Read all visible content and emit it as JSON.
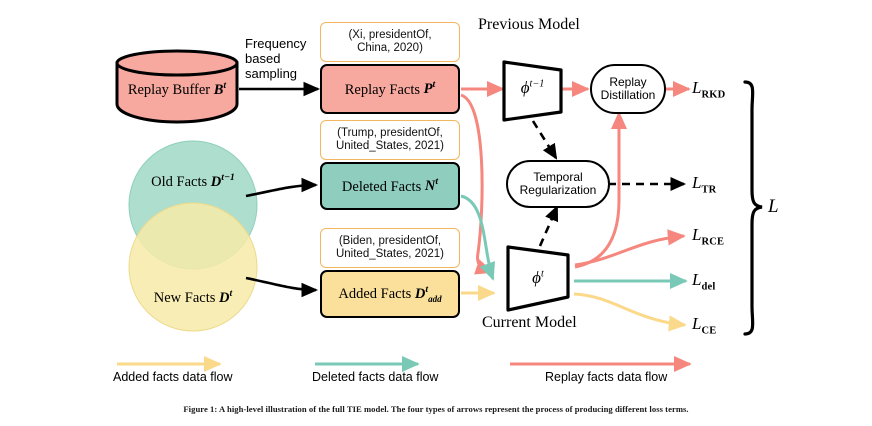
{
  "figure": {
    "caption": "Figure 1: A high-level illustration of the full TIE model. The four types of arrows represent the process of producing different loss terms."
  },
  "colors": {
    "replay_pink": "#F7A9A0",
    "deleted_teal": "#8FCDBE",
    "added_yellow": "#FBE09B",
    "old_facts_circle": "#A9DCCB",
    "new_facts_circle": "#F7EBA8",
    "triple_border": "#F2B661",
    "arrow_red": "#F5877E",
    "arrow_teal": "#79C9B6",
    "arrow_yellow": "#FAD98A",
    "arrow_black": "#000000",
    "outline": "#000000"
  },
  "nodes": {
    "replay_buffer": {
      "label": "Replay Buffer",
      "symbol": "B",
      "sup": "t"
    },
    "old_facts": {
      "label": "Old Facts",
      "symbol": "D",
      "sup": "t−1"
    },
    "new_facts": {
      "label": "New Facts",
      "symbol": "D",
      "sup": "t"
    },
    "replay_facts": {
      "label": "Replay Facts",
      "symbol": "P",
      "sup": "t"
    },
    "deleted_facts": {
      "label": "Deleted Facts",
      "symbol": "N",
      "sup": "t"
    },
    "added_facts": {
      "label": "Added Facts",
      "symbol": "D",
      "sup": "t",
      "sub": "add"
    },
    "previous_model": {
      "caption": "Previous Model",
      "symbol": "ϕ",
      "sup": "t−1"
    },
    "current_model": {
      "caption": "Current Model",
      "symbol": "ϕ",
      "sup": "t"
    },
    "replay_distillation": {
      "line1": "Replay",
      "line2": "Distillation"
    },
    "temporal_regularization": {
      "line1": "Temporal",
      "line2": "Regularization"
    }
  },
  "triples": {
    "replay": {
      "line1": "(Xi, presidentOf,",
      "line2": "China, 2020)"
    },
    "deleted": {
      "line1": "(Trump, presidentOf,",
      "line2": "United_States, 2021)"
    },
    "added": {
      "line1": "(Biden, presidentOf,",
      "line2": "United_States, 2021)"
    }
  },
  "edges": {
    "frequency_sampling": {
      "line1": "Frequency",
      "line2": "based",
      "line3": "sampling"
    }
  },
  "losses": [
    {
      "id": "rkd",
      "base": "L",
      "sub": "RKD",
      "color": "#F5877E"
    },
    {
      "id": "tr",
      "base": "L",
      "sub": "TR",
      "color": "#000000"
    },
    {
      "id": "rce",
      "base": "L",
      "sub": "RCE",
      "color": "#F5877E"
    },
    {
      "id": "del",
      "base": "L",
      "sub": "del",
      "color": "#79C9B6"
    },
    {
      "id": "ce",
      "base": "L",
      "sub": "CE",
      "color": "#FAD98A"
    }
  ],
  "total_loss": {
    "symbol": "L"
  },
  "legend": [
    {
      "label": "Added facts data flow",
      "color": "#FAD98A"
    },
    {
      "label": "Deleted facts data flow",
      "color": "#79C9B6"
    },
    {
      "label": "Replay facts data flow",
      "color": "#F5877E"
    }
  ]
}
